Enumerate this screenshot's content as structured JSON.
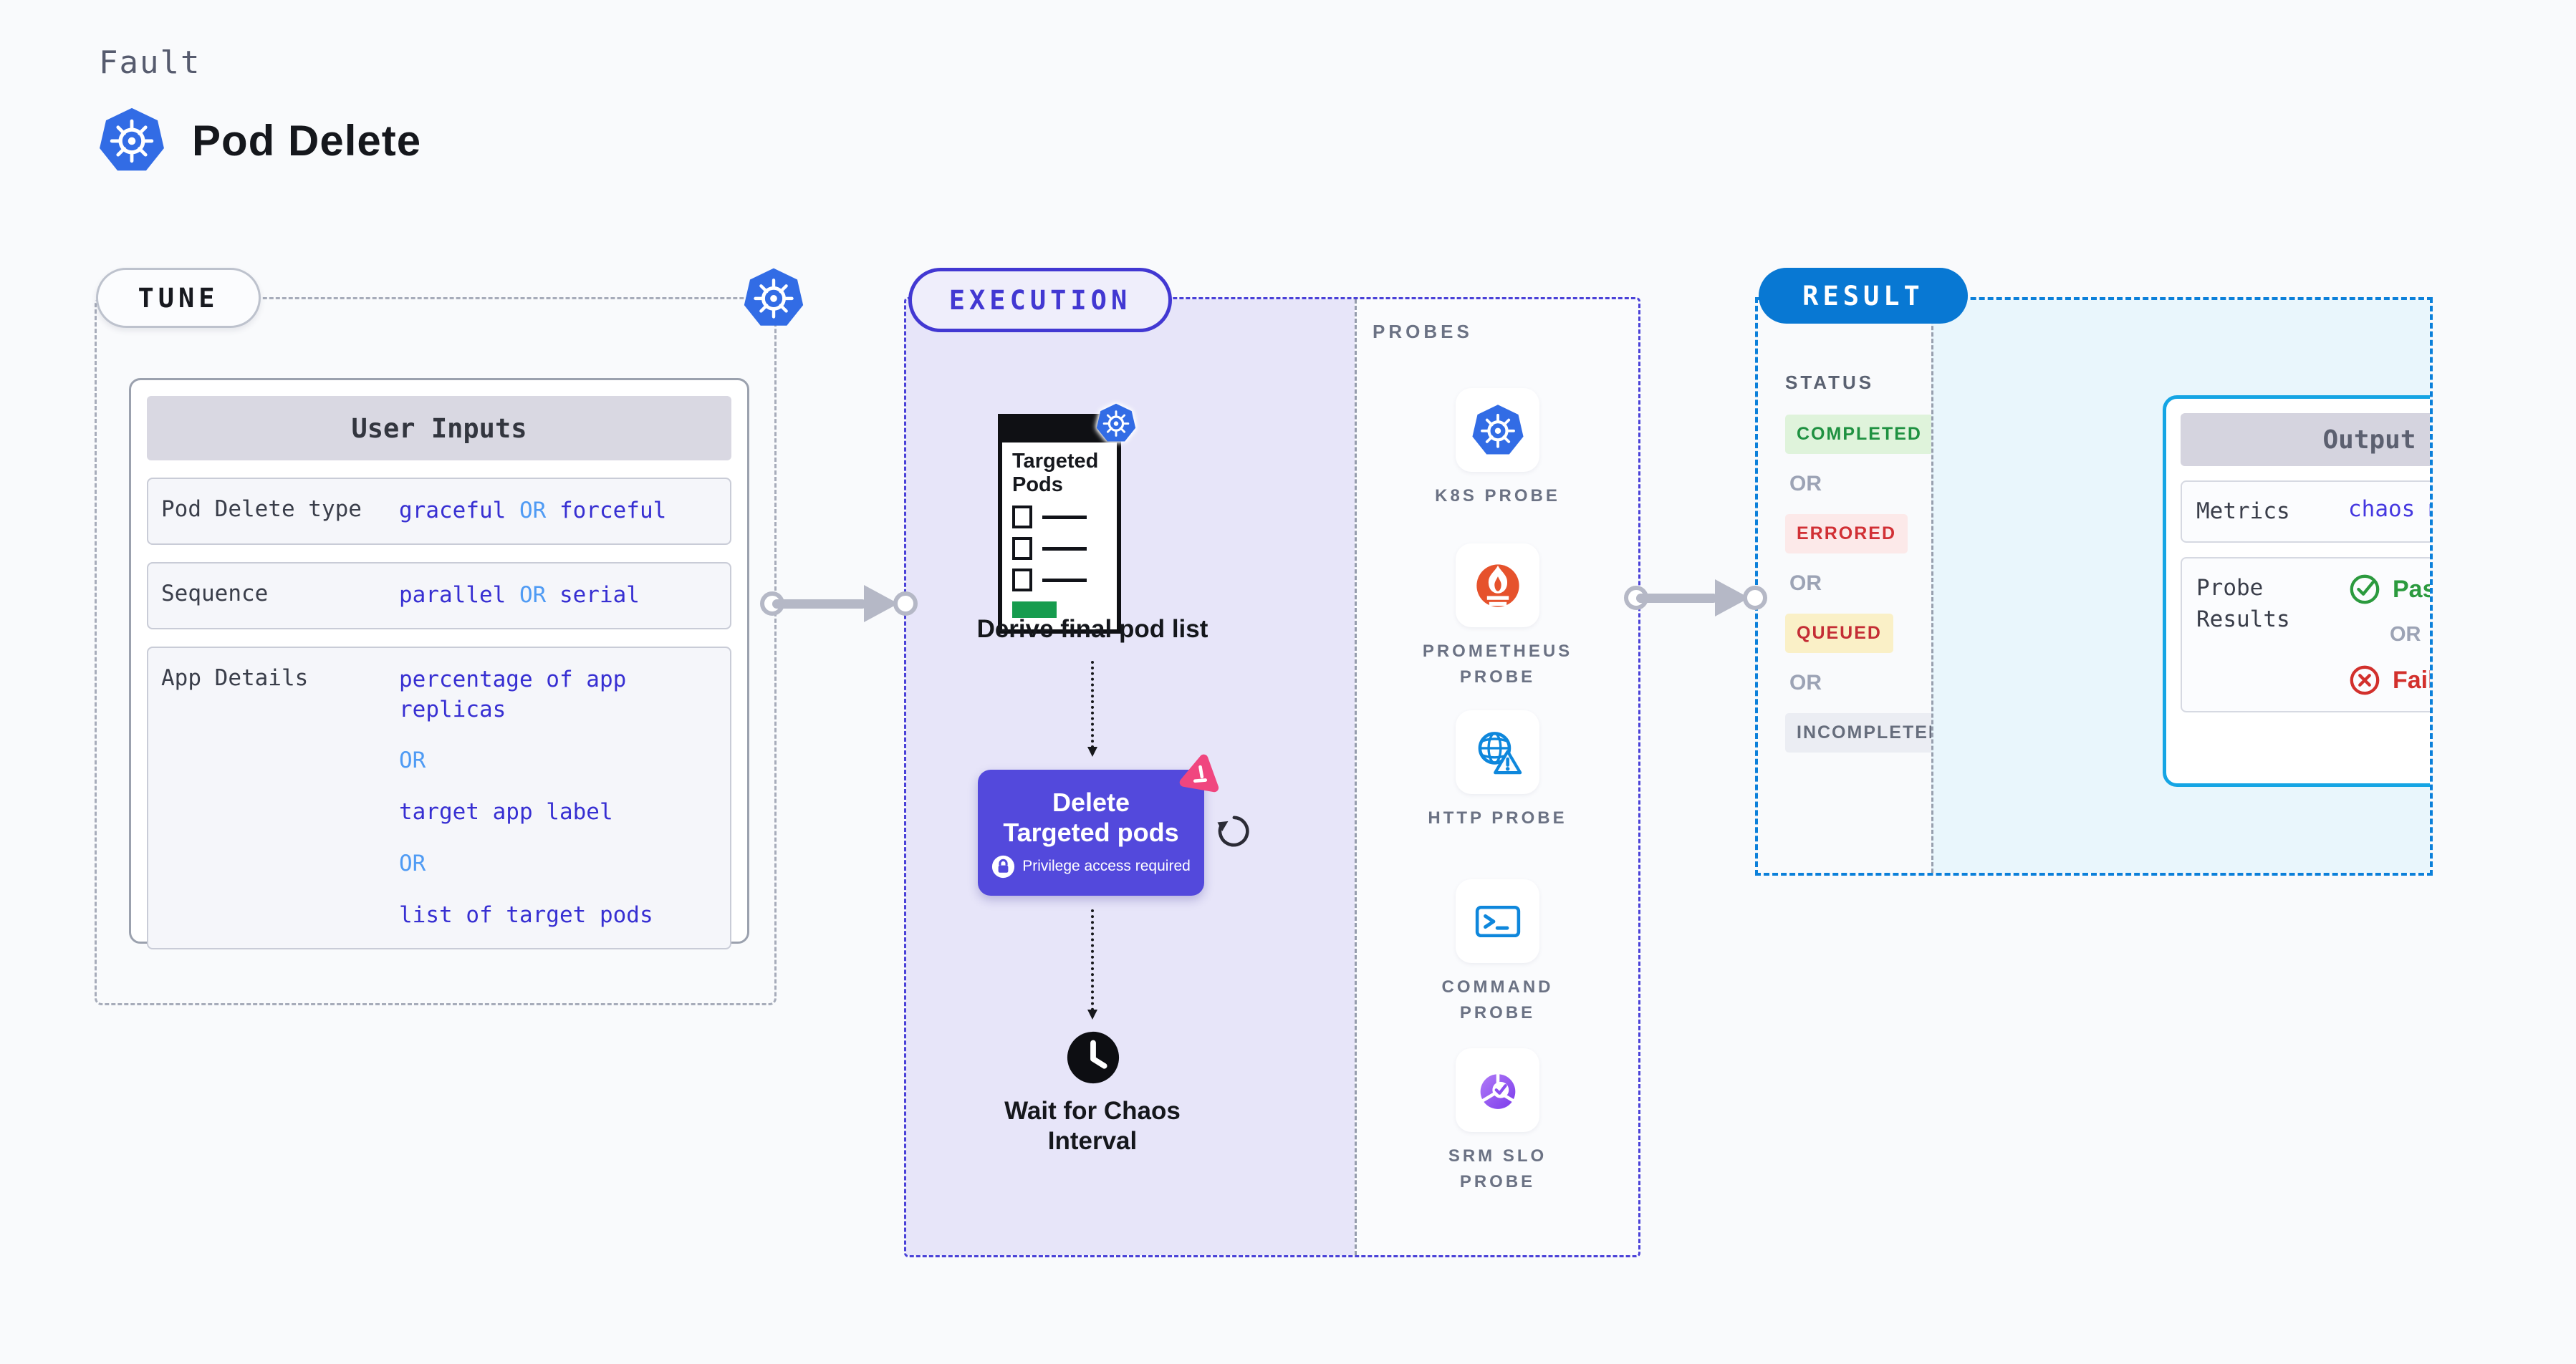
{
  "header": {
    "eyebrow": "Fault",
    "title": "Pod Delete",
    "icon": "kubernetes-icon"
  },
  "tune": {
    "badge": "TUNE",
    "user_inputs": {
      "title": "User Inputs",
      "row_pod_delete_type": {
        "label": "Pod Delete type",
        "value_a": "graceful",
        "or": "OR",
        "value_b": "forceful"
      },
      "row_sequence": {
        "label": "Sequence",
        "value_a": "parallel",
        "or": "OR",
        "value_b": "serial"
      },
      "row_app_details": {
        "label": "App Details",
        "option_a": "percentage of app replicas",
        "or_1": "OR",
        "option_b": "target app label",
        "or_2": "OR",
        "option_c": "list of target pods"
      }
    }
  },
  "execution": {
    "badge": "EXECUTION",
    "steps": {
      "targeted_pods_doc_title": "Targeted Pods",
      "derive_label": "Derive final pod list",
      "delete_button": {
        "label": "Delete Targeted pods",
        "privilege_note": "Privilege access required"
      },
      "wait_label": "Wait for Chaos Interval"
    },
    "probes_panel": {
      "title": "PROBES",
      "probes": [
        {
          "label": "K8S PROBE",
          "icon": "kubernetes-icon"
        },
        {
          "label": "PROMETHEUS PROBE",
          "icon": "prometheus-icon"
        },
        {
          "label": "HTTP PROBE",
          "icon": "http-globe-icon"
        },
        {
          "label": "COMMAND PROBE",
          "icon": "terminal-icon"
        },
        {
          "label": "SRM SLO PROBE",
          "icon": "srm-slo-icon"
        }
      ]
    }
  },
  "result": {
    "badge": "RESULT",
    "status_panel": {
      "title": "STATUS",
      "or": "OR",
      "statuses": [
        {
          "label": "COMPLETED",
          "state": "completed"
        },
        {
          "label": "ERRORED",
          "state": "errored"
        },
        {
          "label": "QUEUED",
          "state": "queued"
        },
        {
          "label": "INCOMPLETED",
          "state": "incompleted"
        }
      ]
    },
    "output_card": {
      "title": "Output",
      "metrics": {
        "label": "Metrics",
        "value": "chaos metrics"
      },
      "probe_results": {
        "label": "Probe Results",
        "passed": "Passed",
        "or": "OR",
        "failed": "Failed"
      }
    }
  },
  "colors": {
    "k8s_blue": "#326CE5",
    "execution_indigo": "#4238D2",
    "delete_button_indigo": "#5349DC",
    "result_blue": "#0878D3",
    "output_border_cyan": "#15A5E4",
    "value_blue": "#372FD2",
    "or_light_blue": "#4F9BF4",
    "passed_green": "#2B9A3E",
    "failed_red": "#D2302C",
    "prometheus_orange": "#E6522C",
    "probe_icon_blue": "#0E87DC",
    "srm_purple": "#7C3BEB",
    "chaos_pink": "#F0467F",
    "completed_green": "#1F9141",
    "errored_red": "#D13035",
    "queued_red": "#C42D35"
  }
}
